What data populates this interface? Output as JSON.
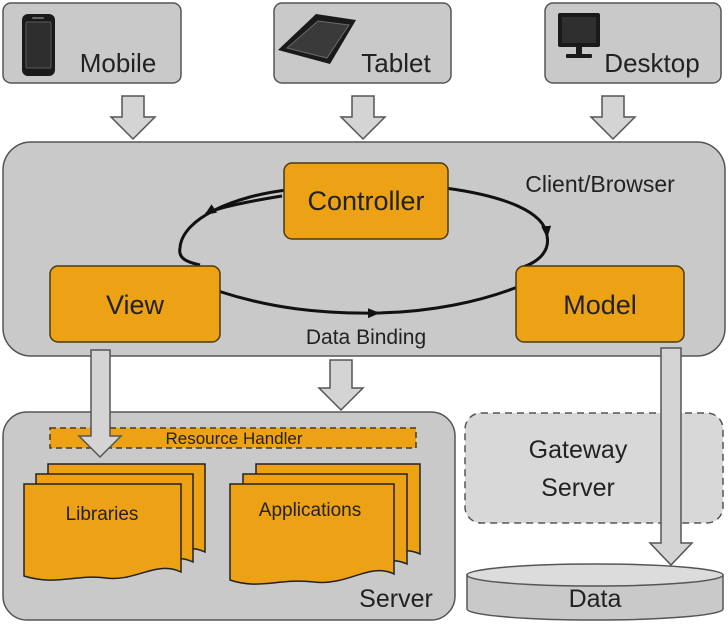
{
  "colors": {
    "panel": "#c9c9c9",
    "panel_stroke": "#555555",
    "accent": "#eda114",
    "accent_stroke": "#4a3a10",
    "arrow_fill": "#d4d4d4",
    "text": "#222222"
  },
  "devices": [
    {
      "label": "Mobile",
      "icon": "mobile-phone-icon"
    },
    {
      "label": "Tablet",
      "icon": "tablet-icon"
    },
    {
      "label": "Desktop",
      "icon": "desktop-monitor-icon"
    }
  ],
  "client": {
    "label": "Client/Browser",
    "controller": "Controller",
    "view": "View",
    "model": "Model",
    "binding": "Data Binding"
  },
  "server": {
    "label": "Server",
    "resource_handler": "Resource Handler",
    "libraries": "Libraries",
    "applications": "Applications"
  },
  "gateway": {
    "line1": "Gateway",
    "line2": "Server"
  },
  "data": {
    "label": "Data"
  }
}
